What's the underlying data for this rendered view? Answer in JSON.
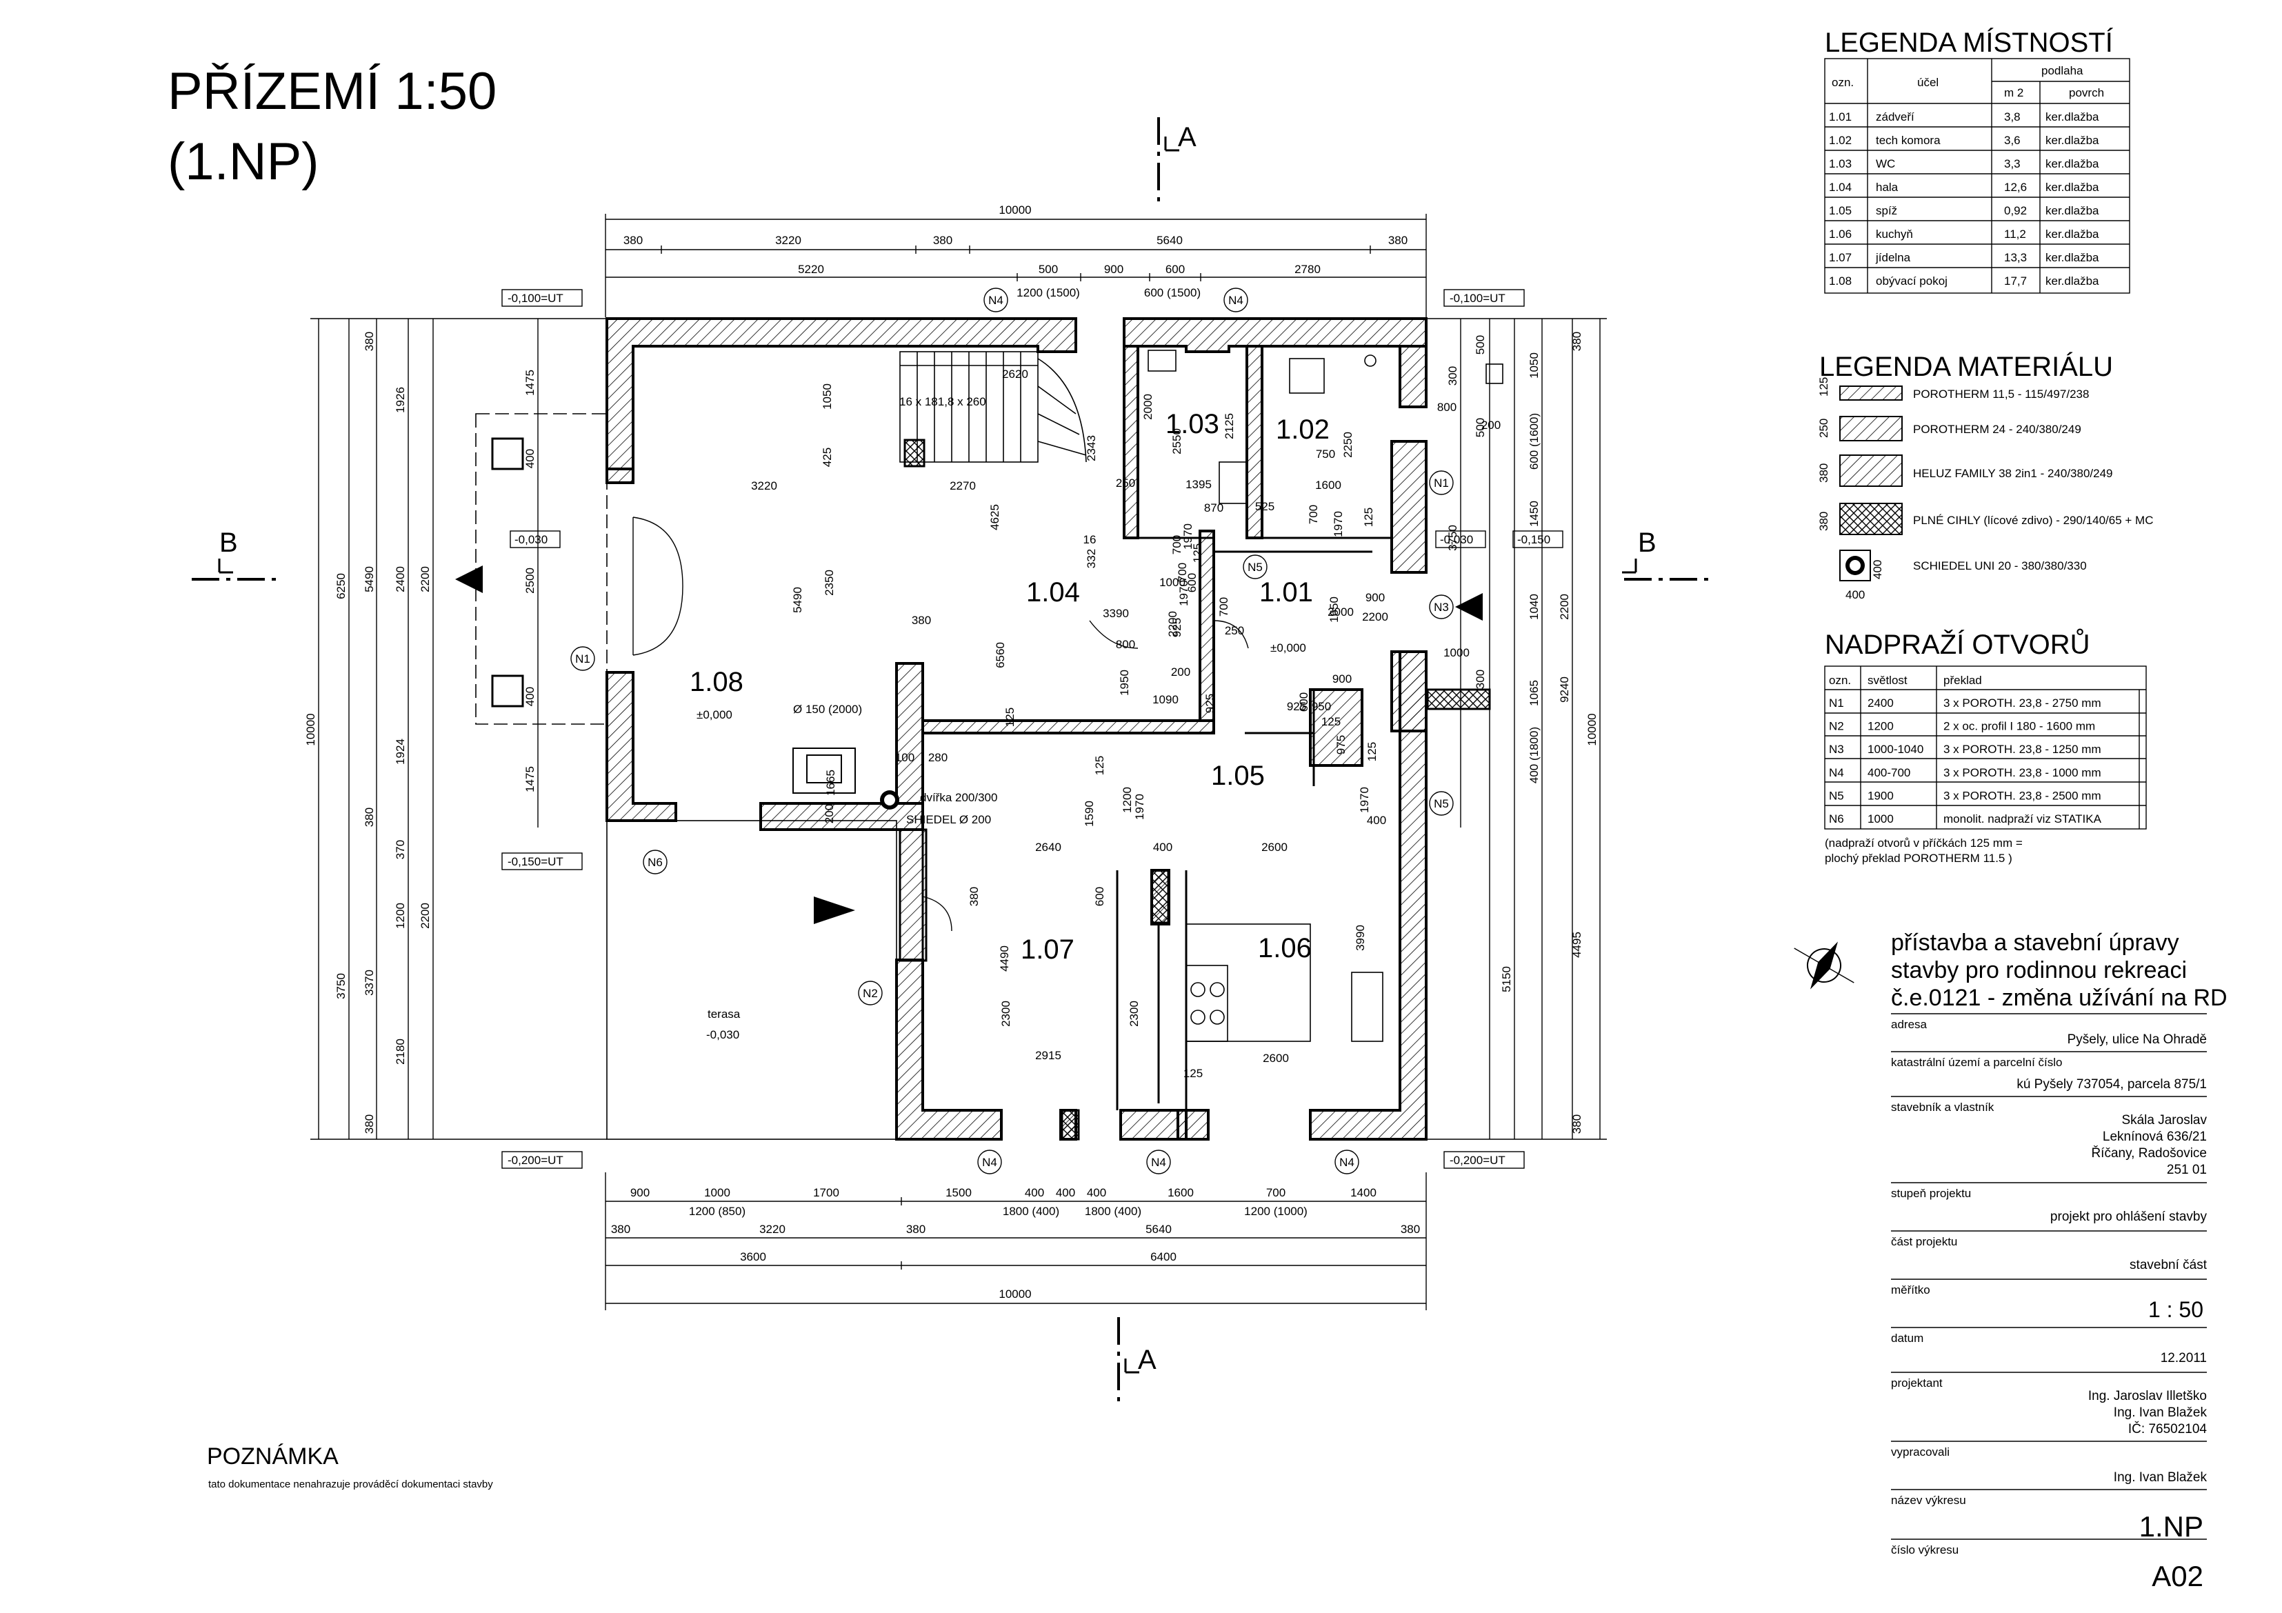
{
  "drawing": {
    "title_line1": "PŘÍZEMÍ 1:50",
    "title_line2": "(1.NP)",
    "section_a": "A",
    "section_b": "B",
    "note_heading": "POZNÁMKA",
    "note_text": "tato dokumentace nenahrazuje prováděcí dokumentaci stavby"
  },
  "plan": {
    "rooms": [
      {
        "id": "1.08",
        "level": "±0,000"
      },
      {
        "id": "1.04",
        "level": ""
      },
      {
        "id": "1.03",
        "level": ""
      },
      {
        "id": "1.02",
        "level": ""
      },
      {
        "id": "1.01",
        "level": "±0,000"
      },
      {
        "id": "1.05",
        "level": ""
      },
      {
        "id": "1.07",
        "level": ""
      },
      {
        "id": "1.06",
        "level": ""
      }
    ],
    "terrace_label": "terasa",
    "terrace_level": "-0,030",
    "stair_label": "16 x 181,8 x 260",
    "chimney_label1": "dvířka 200/300",
    "chimney_label2": "SHIEDEL Ø 200",
    "pipe_label": "Ø 150 (2000)",
    "levels": [
      "-0,100=UT",
      "-0,100=UT",
      "-0,150=UT",
      "-0,200=UT",
      "-0,200=UT",
      "-0,030",
      "-0,030",
      "-0,150"
    ],
    "lintels": [
      "N1",
      "N1",
      "N2",
      "N3",
      "N4",
      "N4",
      "N4",
      "N4",
      "N4",
      "N5",
      "N5",
      "N6"
    ],
    "dims_top_1": [
      "10000"
    ],
    "dims_top_2": [
      "380",
      "3220",
      "380",
      "5640",
      "380"
    ],
    "dims_top_3": [
      "5220",
      "500",
      "900",
      "600",
      "2780"
    ],
    "dims_top_4": [
      "1200 (1500)",
      "600 (1500)"
    ],
    "dims_bottom_1": [
      "900",
      "1000",
      "1700",
      "1500",
      "400",
      "400",
      "400",
      "1600",
      "700",
      "1400"
    ],
    "dims_bottom_2": [
      "1200 (850)",
      "1800 (400)",
      "1800 (400)",
      "1200 (1000)"
    ],
    "dims_bottom_3": [
      "380",
      "3220",
      "380",
      "5640",
      "380"
    ],
    "dims_bottom_4": [
      "3600",
      "6400"
    ],
    "dims_bottom_5": [
      "10000"
    ],
    "dims_left_1": [
      "10000"
    ],
    "dims_left_2": [
      "6250",
      "3750"
    ],
    "dims_left_3": [
      "380",
      "5490",
      "380",
      "3370",
      "380"
    ],
    "dims_left_4": [
      "1926",
      "2400",
      "1924",
      "370",
      "1200",
      "2180"
    ],
    "dims_left_5": [
      "2200",
      "2200"
    ],
    "dims_left_6": [
      "1475",
      "400",
      "2500",
      "400",
      "1475"
    ],
    "dims_right_1": [
      "10000"
    ],
    "dims_right_2": [
      "9240"
    ],
    "dims_right_3": [
      "380",
      "4495",
      "380"
    ],
    "dims_right_4": [
      "1050",
      "600 (1600)",
      "1450",
      "1040",
      "1065",
      "400 (1800)",
      "5150"
    ],
    "dims_right_5": [
      "2200"
    ],
    "dims_right_6": [
      "300",
      "500",
      "500",
      "3750",
      "300"
    ],
    "dims_inner": [
      "2620",
      "1050",
      "425",
      "3220",
      "2270",
      "2343",
      "250",
      "4625",
      "2350",
      "5490",
      "16",
      "332",
      "380",
      "3390",
      "6560",
      "1950",
      "125",
      "1090",
      "1665",
      "100",
      "280",
      "200",
      "1590",
      "125",
      "1200",
      "1970",
      "2000",
      "2550",
      "2125",
      "1395",
      "870",
      "525",
      "1970",
      "700",
      "125",
      "750",
      "2250",
      "1600",
      "700",
      "1970",
      "125",
      "900",
      "2000",
      "2200",
      "1650",
      "250",
      "925",
      "2200",
      "925",
      "600",
      "950",
      "125",
      "975",
      "125",
      "800",
      "200",
      "1000",
      "900",
      "1970",
      "400",
      "2640",
      "400",
      "2600",
      "380",
      "600",
      "4490",
      "2300",
      "2300",
      "2915",
      "125",
      "2600",
      "3990",
      "1000",
      "800",
      "200",
      "700",
      "1970",
      "600",
      "925",
      "700"
    ]
  },
  "room_legend": {
    "title": "LEGENDA MÍSTNOSTÍ",
    "col_ozn": "ozn.",
    "col_ucel": "účel",
    "col_podlaha": "podlaha",
    "col_m2": "m 2",
    "col_povrch": "povrch",
    "rows": [
      [
        "1.01",
        "zádveří",
        "3,8",
        "ker.dlažba"
      ],
      [
        "1.02",
        "tech komora",
        "3,6",
        "ker.dlažba"
      ],
      [
        "1.03",
        "WC",
        "3,3",
        "ker.dlažba"
      ],
      [
        "1.04",
        "hala",
        "12,6",
        "ker.dlažba"
      ],
      [
        "1.05",
        "spíž",
        "0,92",
        "ker.dlažba"
      ],
      [
        "1.06",
        "kuchyň",
        "11,2",
        "ker.dlažba"
      ],
      [
        "1.07",
        "jídelna",
        "13,3",
        "ker.dlažba"
      ],
      [
        "1.08",
        "obývací pokoj",
        "17,7",
        "ker.dlažba"
      ]
    ]
  },
  "material_legend": {
    "title": "LEGENDA MATERIÁLU",
    "items": [
      {
        "thk": "125",
        "label": "POROTHERM 11,5 - 115/497/238"
      },
      {
        "thk": "250",
        "label": "POROTHERM 24 - 240/380/249"
      },
      {
        "thk": "380",
        "label": "HELUZ FAMILY 38 2in1 - 240/380/249"
      },
      {
        "thk": "380",
        "label": "PLNÉ CIHLY (lícové zdivo) - 290/140/65 + MC"
      },
      {
        "thk": "400",
        "label": "SCHIEDEL UNI 20 - 380/380/330"
      }
    ],
    "chimney_dim": "400"
  },
  "lintel_legend": {
    "title": "NADPRAŽÍ OTVORŮ",
    "col_ozn": "ozn.",
    "col_svetlost": "světlost",
    "col_preklad": "překlad",
    "rows": [
      [
        "N1",
        "2400",
        "3 x POROTH. 23,8 - 2750 mm"
      ],
      [
        "N2",
        "1200",
        "2 x oc. profil I 180 - 1600 mm"
      ],
      [
        "N3",
        "1000-1040",
        "3 x POROTH. 23,8 - 1250 mm"
      ],
      [
        "N4",
        "400-700",
        "3 x POROTH. 23,8 - 1000 mm"
      ],
      [
        "N5",
        "1900",
        "3 x POROTH. 23,8 - 2500 mm"
      ],
      [
        "N6",
        "1000",
        "monolit. nadpraží viz STATIKA"
      ]
    ],
    "note1": "(nadpraží otvorů v příčkách 125 mm =",
    "note2": "plochý překlad POROTHERM 11.5 )"
  },
  "title_block": {
    "project1": "přístavba a stavební úpravy",
    "project2": "stavby pro rodinnou rekreaci",
    "project3": "č.e.0121 - změna užívání na RD",
    "adresa_label": "adresa",
    "adresa": "Pyšely, ulice Na Ohradě",
    "katastr_label": "katastrální území a parcelní číslo",
    "katastr": "kú Pyšely 737054, parcela 875/1",
    "stavebnik_label": "stavebník a vlastník",
    "stavebnik1": "Skála Jaroslav",
    "stavebnik2": "Leknínová 636/21",
    "stavebnik3": "Říčany, Radošovice",
    "stavebnik4": "251 01",
    "stupen_label": "stupeň projektu",
    "stupen": "projekt pro ohlášení stavby",
    "cast_label": "část projektu",
    "cast": "stavební část",
    "meritko_label": "měřítko",
    "meritko": "1 : 50",
    "datum_label": "datum",
    "datum": "12.2011",
    "projektant_label": "projektant",
    "projektant1": "Ing. Jaroslav Illetško",
    "projektant2": "Ing. Ivan Blažek",
    "projektant3": "IČ: 76502104",
    "vypracoval_label": "vypracovali",
    "vypracoval": "Ing. Ivan Blažek",
    "nazev_label": "název výkresu",
    "nazev": "1.NP",
    "cislo_label": "číslo výkresu",
    "cislo": "A02"
  }
}
